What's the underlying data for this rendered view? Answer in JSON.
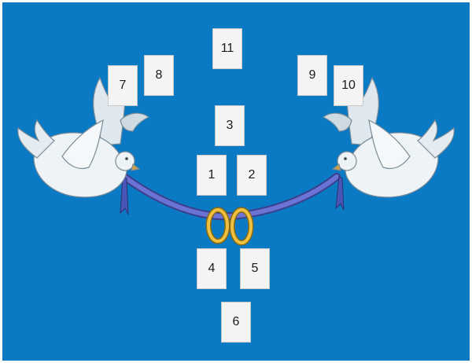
{
  "cards": [
    {
      "label": "7"
    },
    {
      "label": "8"
    },
    {
      "label": "11"
    },
    {
      "label": "9"
    },
    {
      "label": "10"
    },
    {
      "label": "3"
    },
    {
      "label": "1"
    },
    {
      "label": "2"
    },
    {
      "label": "4"
    },
    {
      "label": "5"
    },
    {
      "label": "6"
    }
  ],
  "colors": {
    "background": "#0a7ac4",
    "card": "#f4f4f4",
    "ribbon": "#5a66c8",
    "ring": "#e0b030",
    "dove": "#eef3f6"
  },
  "icons": [
    "dove-left-icon",
    "dove-right-icon",
    "ribbon-icon",
    "wedding-rings-icon"
  ]
}
